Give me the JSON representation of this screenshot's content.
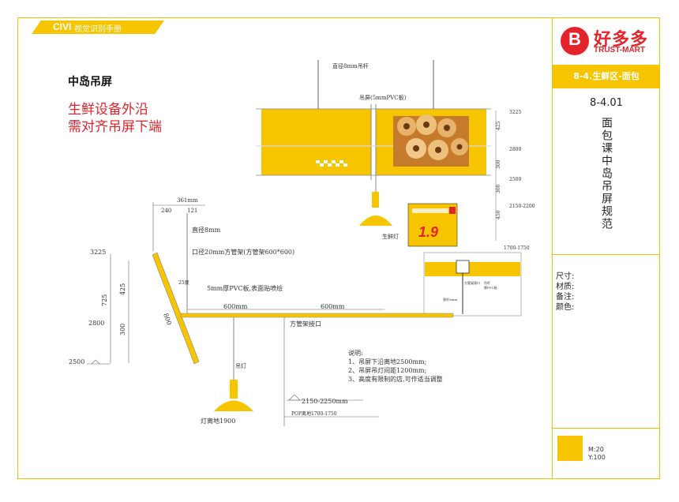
{
  "header": {
    "brand": "CIVI",
    "subtitle": "视觉识别手册"
  },
  "logo": {
    "cn": "好多多",
    "en": "TRUST-MART",
    "glyph": "B"
  },
  "section": {
    "label": "8-4.生鲜区-面包",
    "code": "8-4.01",
    "title": "面包课中岛吊屏规范"
  },
  "meta": {
    "size": "尺寸:",
    "material": "材质:",
    "note": "备注:",
    "color": "颜色:"
  },
  "color_spec": {
    "m": "M:20",
    "y": "Y:100",
    "hex": "#f7c400"
  },
  "main": {
    "title": "中岛吊屏",
    "requirement_1": "生鲜设备外沿",
    "requirement_2": "需对齐吊屏下端"
  },
  "drawing": {
    "rod": "直径8mm吊杆",
    "screen": "吊屏(5mmPVC板)",
    "lamp": "生鲜灯",
    "r_dims": [
      "3225",
      "425",
      "2800",
      "300",
      "2500",
      "300",
      "2150-2200",
      "450",
      "1700-1750"
    ],
    "price_tag_text": "1.9",
    "tag_small": [
      "方管架接口",
      "吊杆",
      "厚PVC板",
      "垂杆8mm"
    ],
    "top_dims": [
      "361mm",
      "240",
      "121"
    ],
    "dia8": "直径8mm",
    "pipe": "口径20mm方管架(方管架600*600)",
    "angle": "25度",
    "pvc": "5mm厚PVC板,表面贴喷绘",
    "w600a": "600mm",
    "w600b": "600mm",
    "joint": "方管架接口",
    "len800": "800",
    "l_dims": [
      "3225",
      "425",
      "725",
      "2800",
      "300",
      "2500"
    ],
    "lamp2": "吊灯",
    "lamp_h": "灯离地1900",
    "range": "2150-2250mm",
    "pop": "POP离地1700-1750"
  },
  "notes": {
    "title": "说明:",
    "items": [
      "1、吊屏下沿离地2500mm;",
      "2、吊屏吊灯间距1200mm;",
      "3、高度有限制的店,可作适当调整"
    ]
  }
}
